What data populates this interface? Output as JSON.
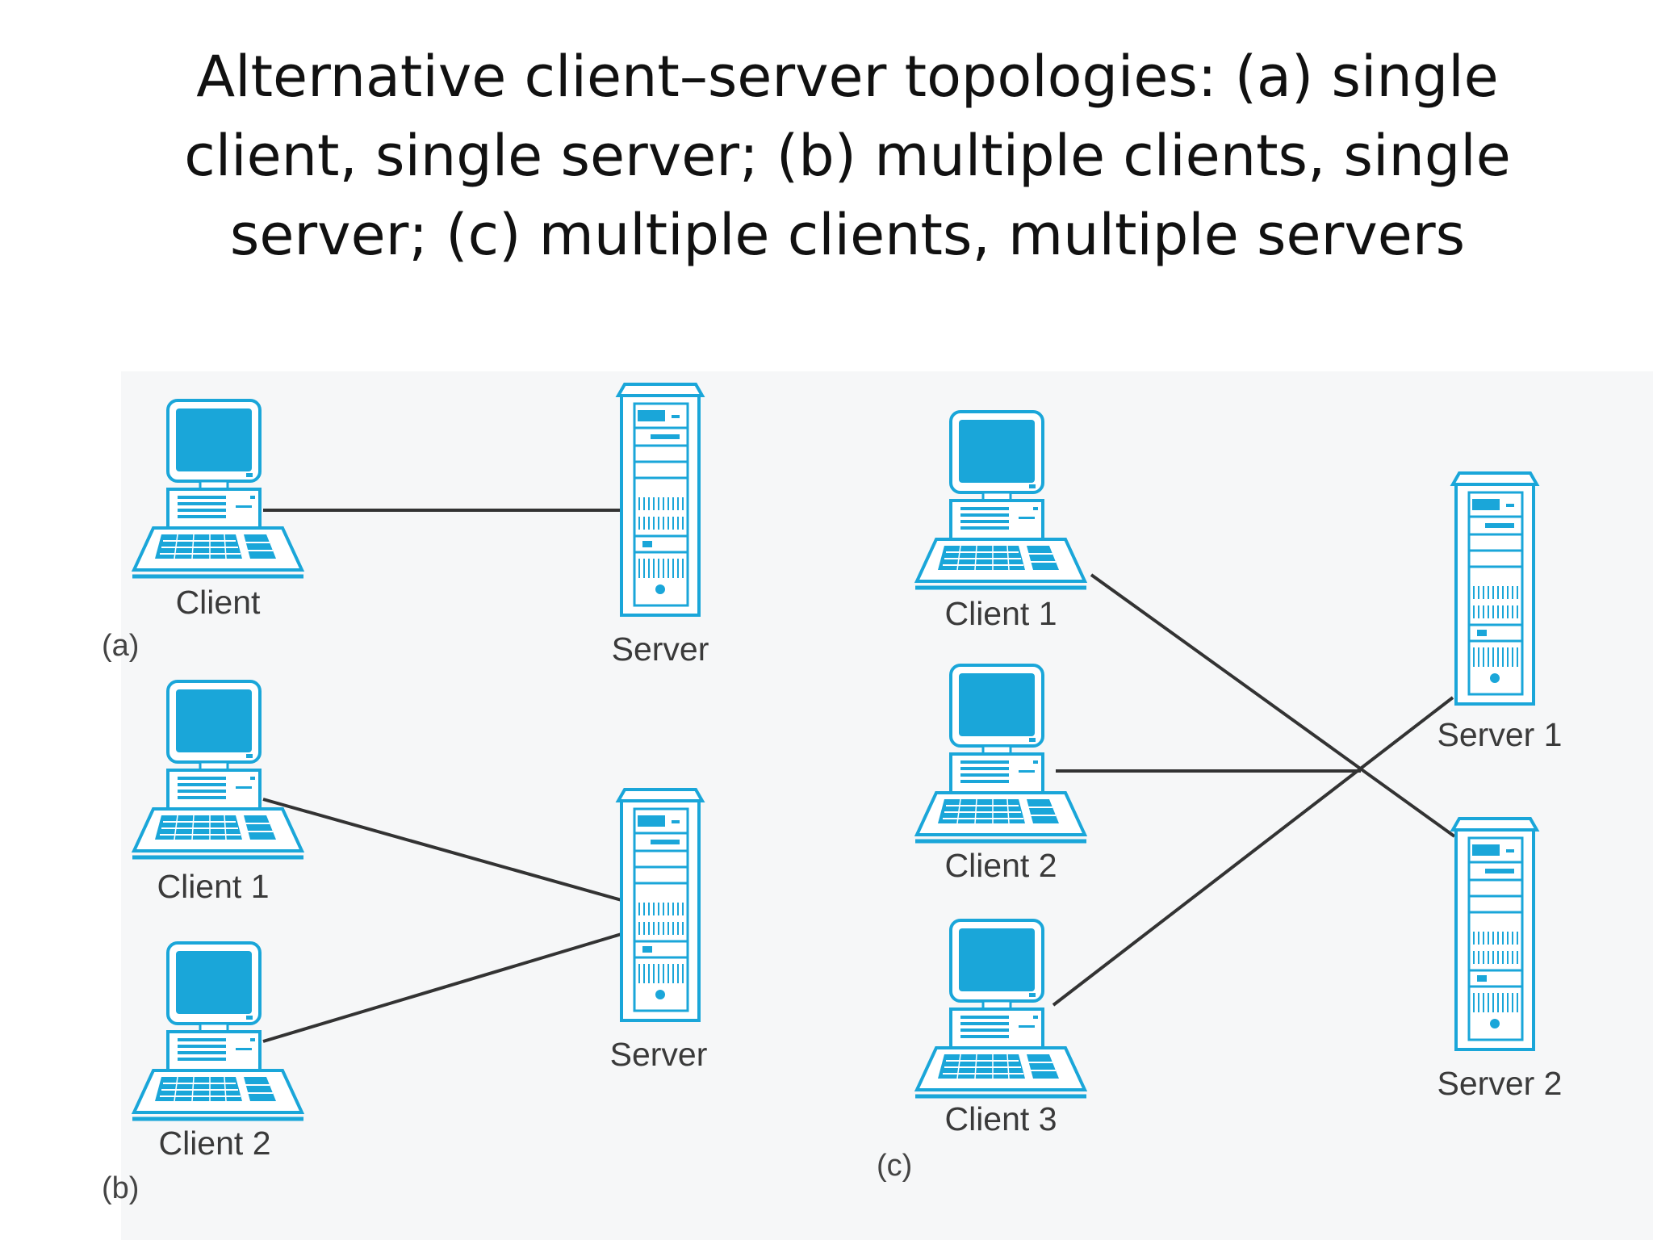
{
  "title": "Alternative client–server topologies: (a) single client, single server; (b) multiple clients, single server; (c) multiple clients, multiple servers",
  "colors": {
    "device_fill": "#1aa6d9",
    "device_outline": "#1aa6d9",
    "screen": "#1aa6d9",
    "connector": "#333333",
    "background": "#ffffff",
    "figure_background": "#f6f7f8"
  },
  "panels": {
    "a": {
      "label": "(a)",
      "client": "Client",
      "server": "Server"
    },
    "b": {
      "label": "(b)",
      "client1": "Client 1",
      "client2": "Client 2",
      "server": "Server"
    },
    "c": {
      "label": "(c)",
      "client1": "Client 1",
      "client2": "Client 2",
      "client3": "Client 3",
      "server1": "Server 1",
      "server2": "Server 2"
    }
  },
  "icons": {
    "client": "desktop-computer-icon",
    "server": "server-tower-icon"
  }
}
